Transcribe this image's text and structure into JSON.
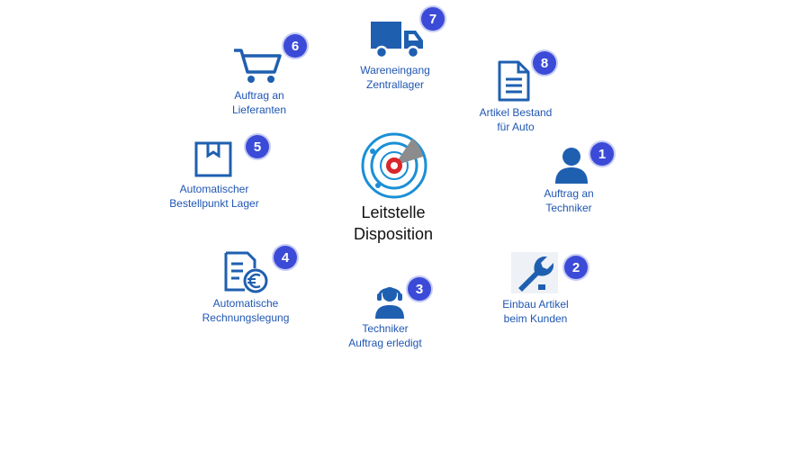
{
  "diagram": {
    "center": {
      "line1": "Leitstelle",
      "line2": "Disposition",
      "icon": "radar-target-icon"
    },
    "steps": [
      {
        "number": "1",
        "line1": "Auftrag an",
        "line2": "Techniker",
        "icon": "user-icon"
      },
      {
        "number": "2",
        "line1": "Einbau Artikel",
        "line2": "beim Kunden",
        "icon": "wrench-icon"
      },
      {
        "number": "3",
        "line1": "Techniker",
        "line2": "Auftrag erledigt",
        "icon": "headset-user-icon"
      },
      {
        "number": "4",
        "line1": "Automatische",
        "line2": "Rechnungslegung",
        "icon": "invoice-euro-icon"
      },
      {
        "number": "5",
        "line1": "Automatischer",
        "line2": "Bestellpunkt  Lager",
        "icon": "box-icon"
      },
      {
        "number": "6",
        "line1": "Auftrag an",
        "line2": "Lieferanten",
        "icon": "shopping-cart-icon"
      },
      {
        "number": "7",
        "line1": "Wareneingang",
        "line2": "Zentrallager",
        "icon": "truck-icon"
      },
      {
        "number": "8",
        "line1": "Artikel  Bestand",
        "line2": "für Auto",
        "icon": "document-icon"
      }
    ],
    "colors": {
      "icon_blue": "#1f5fb0",
      "label_blue": "#1f56b3",
      "badge_blue": "#3b4bd8",
      "center_accent_red": "#d9262c",
      "center_accent_gray": "#8c8c8c"
    }
  }
}
